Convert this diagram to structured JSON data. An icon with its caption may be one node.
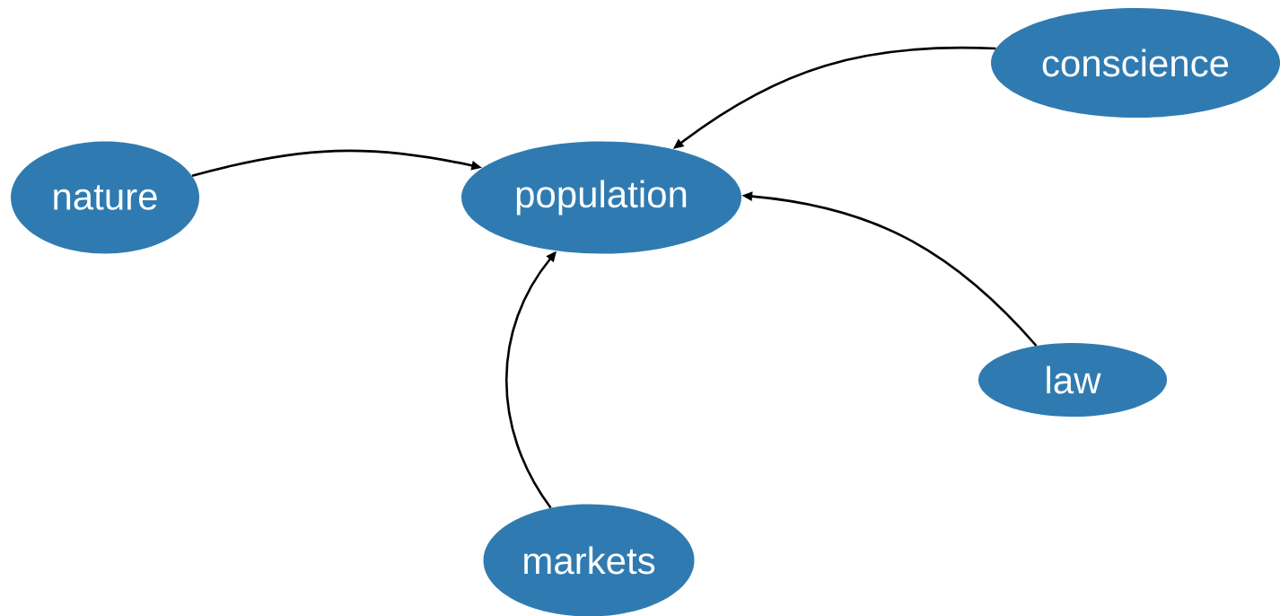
{
  "diagram": {
    "nodes": [
      {
        "text": [
          "nature"
        ]
      },
      {
        "text": [
          "population"
        ]
      },
      {
        "text": [
          "conscience"
        ]
      },
      {
        "text": [
          "law"
        ]
      },
      {
        "text": [
          "markets"
        ]
      }
    ],
    "edges": [
      {
        "from": 0,
        "to": 1,
        "arrow": "to"
      },
      {
        "from": 2,
        "to": 1,
        "arrow": "to"
      },
      {
        "from": 3,
        "to": 1,
        "arrow": "to"
      },
      {
        "from": 4,
        "to": 1,
        "arrow": "to"
      }
    ]
  }
}
